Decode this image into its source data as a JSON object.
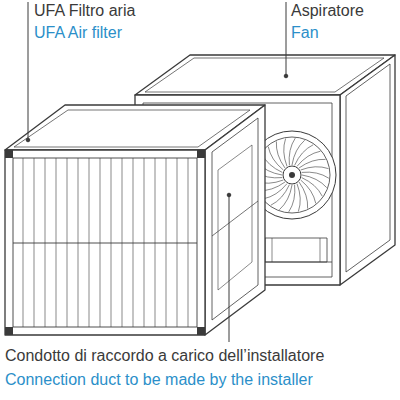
{
  "diagram": {
    "labels": [
      "UFA Filtro aria",
      "UFA Air filter",
      "Aspiratore",
      "Fan",
      "Condotto di raccordo a carico dell’installatore",
      "Connection duct to be made by the installer"
    ]
  }
}
